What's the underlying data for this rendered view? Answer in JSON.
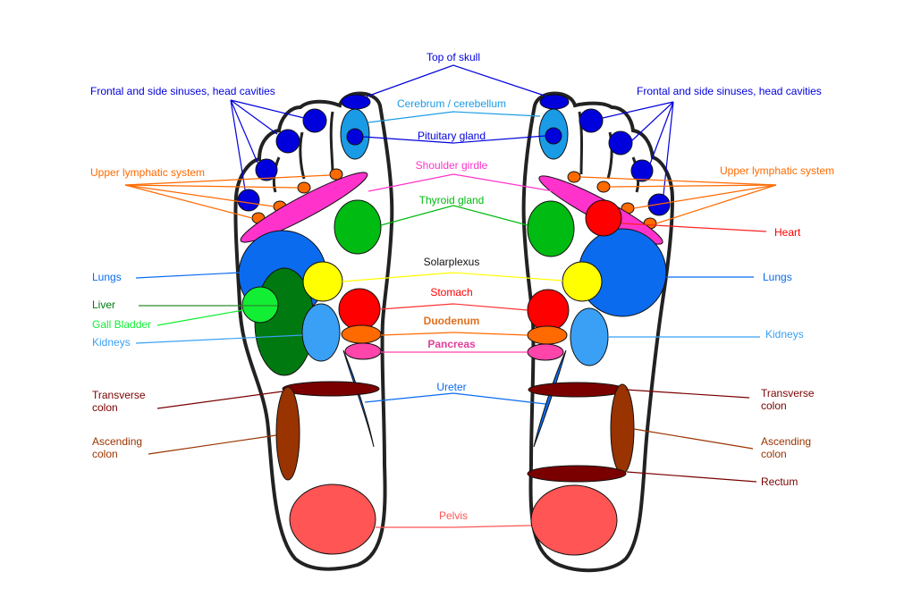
{
  "title": "Foot reflexology chart",
  "colors": {
    "skull": "#0000dd",
    "cerebrum": "#1a9be6",
    "pituitary": "#0000dd",
    "sinus": "#0000dd",
    "lymph": "#ff6a00",
    "shoulder": "#ff33cc",
    "thyroid": "#00bb11",
    "heart": "#ff0000",
    "lungs": "#0a6bef",
    "solar": "#ffff00",
    "liver": "#007a10",
    "gall": "#11ee33",
    "kidneys": "#3aa0f5",
    "stomach": "#ff0000",
    "duodenum": "#ff6a00",
    "pancreas": "#ff44aa",
    "ureter": "#0a6bef",
    "transverse": "#7a0000",
    "ascending": "#993300",
    "rectum": "#7a0000",
    "pelvis": "#ff5555"
  },
  "labels": {
    "top_of_skull": "Top of skull",
    "cerebrum": "Cerebrum / cerebellum",
    "pituitary": "Pituitary gland",
    "shoulder": "Shoulder girdle",
    "thyroid": "Thyroid gland",
    "solarplexus": "Solarplexus",
    "stomach": "Stomach",
    "duodenum": "Duodenum",
    "pancreas": "Pancreas",
    "ureter": "Ureter",
    "pelvis": "Pelvis",
    "sinuses_left": "Frontal and side sinuses, head cavities",
    "sinuses_right": "Frontal and side sinuses, head cavities",
    "lymph_left": "Upper lymphatic system",
    "lymph_right": "Upper lymphatic system",
    "heart": "Heart",
    "lungs_left": "Lungs",
    "lungs_right": "Lungs",
    "liver": "Liver",
    "gall_bladder": "Gall Bladder",
    "kidneys_left": "Kidneys",
    "kidneys_right": "Kidneys",
    "transverse_left_1": "Transverse",
    "transverse_left_2": "colon",
    "transverse_right_1": "Transverse",
    "transverse_right_2": "colon",
    "ascending_left_1": "Ascending",
    "ascending_left_2": "colon",
    "ascending_right_1": "Ascending",
    "ascending_right_2": "colon",
    "rectum": "Rectum"
  }
}
